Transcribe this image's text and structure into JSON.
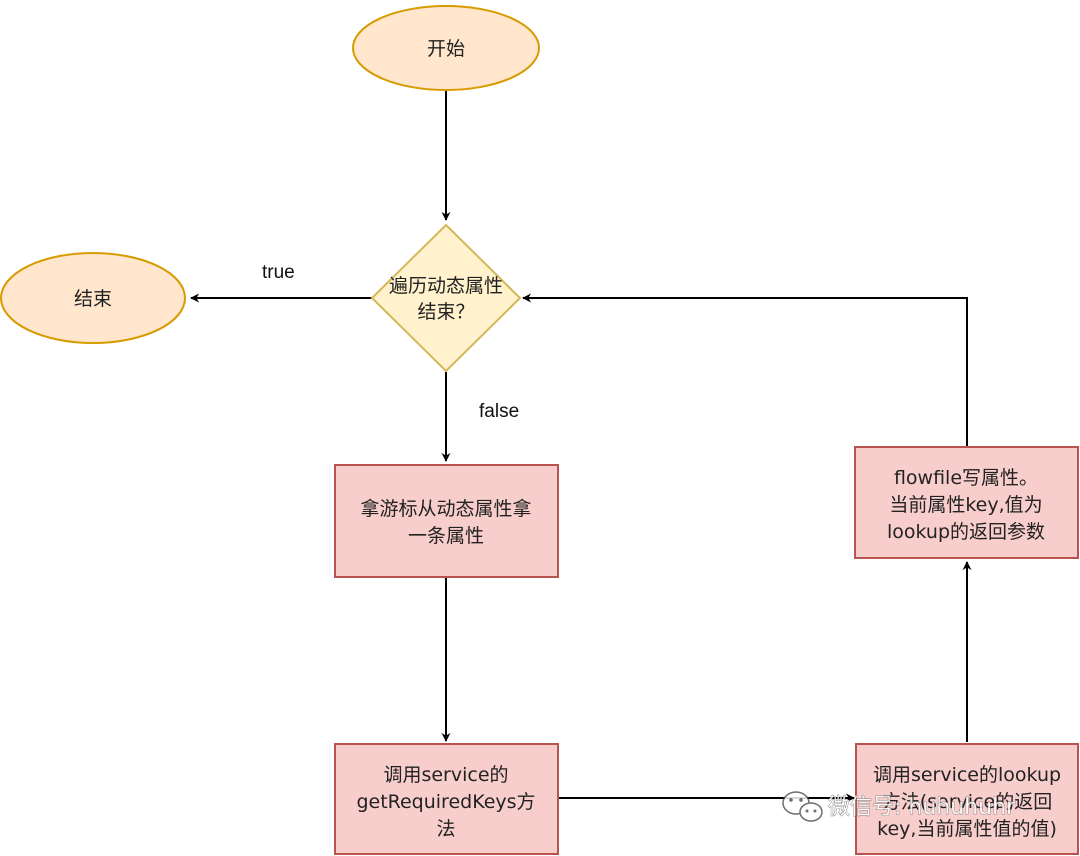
{
  "nodes": {
    "start": {
      "text": "开始"
    },
    "end": {
      "text": "结束"
    },
    "decision": {
      "line1": "遍历动态属性",
      "line2": "结束？"
    },
    "fetch": {
      "line1": "拿游标从动态属性拿",
      "line2": "一条属性"
    },
    "call_keys": {
      "line1": "调用service的",
      "line2": "getRequiredKeys方",
      "line3": "法"
    },
    "call_lookup": {
      "line1": "调用service的lookup",
      "line2": "方法(service的返回",
      "line3": "key,当前属性值的值)"
    },
    "write": {
      "line1": "flowfile写属性。",
      "line2": "当前属性key,值为",
      "line3": "lookup的返回参数"
    }
  },
  "edges": {
    "true_label": "true",
    "false_label": "false"
  },
  "watermark": {
    "text": "微信号: huhuhuhr"
  },
  "colors": {
    "ellipse_fill": "#ffe6cc",
    "ellipse_stroke": "#d79b00",
    "diamond_fill": "#fff2cc",
    "diamond_stroke": "#d6b656",
    "box_fill": "#f8cecc",
    "box_stroke": "#b85450",
    "edge": "#000000"
  },
  "icons": {
    "watermark": "wechat-icon"
  }
}
